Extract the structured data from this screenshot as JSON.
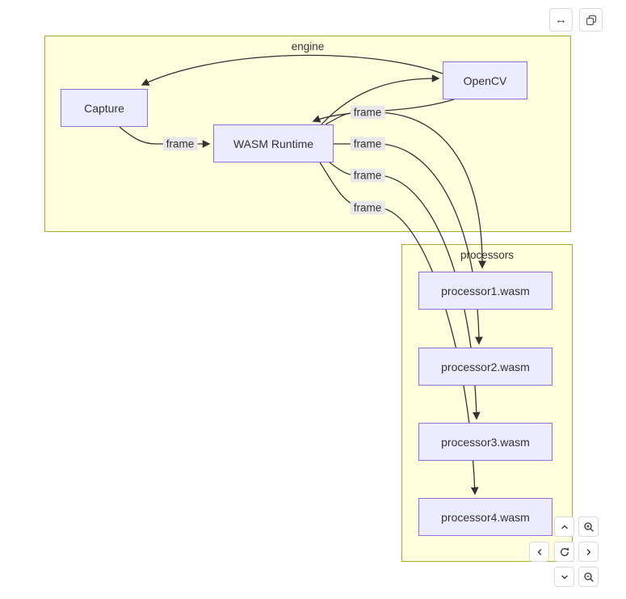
{
  "diagram": {
    "subgraphs": [
      {
        "id": "engine",
        "label": "engine"
      },
      {
        "id": "processors",
        "label": "processors"
      }
    ],
    "nodes": {
      "capture": {
        "label": "Capture"
      },
      "opencv": {
        "label": "OpenCV"
      },
      "wasm": {
        "label": "WASM Runtime"
      },
      "p1": {
        "label": "processor1.wasm"
      },
      "p2": {
        "label": "processor2.wasm"
      },
      "p3": {
        "label": "processor3.wasm"
      },
      "p4": {
        "label": "processor4.wasm"
      }
    },
    "edge_labels": [
      "frame",
      "frame",
      "frame",
      "frame",
      "frame"
    ],
    "edges": [
      {
        "from": "Capture",
        "to": "WASM Runtime",
        "label": "frame"
      },
      {
        "from": "WASM Runtime",
        "to": "OpenCV",
        "label": ""
      },
      {
        "from": "OpenCV",
        "to": "WASM Runtime",
        "label": ""
      },
      {
        "from": "OpenCV",
        "to": "Capture",
        "label": ""
      },
      {
        "from": "WASM Runtime",
        "to": "processor1.wasm",
        "label": "frame"
      },
      {
        "from": "WASM Runtime",
        "to": "processor2.wasm",
        "label": "frame"
      },
      {
        "from": "WASM Runtime",
        "to": "processor3.wasm",
        "label": "frame"
      },
      {
        "from": "WASM Runtime",
        "to": "processor4.wasm",
        "label": "frame"
      }
    ],
    "colors": {
      "cluster_fill": "#ffffde",
      "cluster_border": "#aaaa33",
      "node_fill": "#ECECFF",
      "node_border": "#9370DB",
      "edge": "#333333",
      "edge_label_bg": "#e8e8e8"
    }
  },
  "controls": {
    "top_right": [
      {
        "name": "fit-width-button",
        "icon": "left-right-arrow-icon",
        "glyph": "↔"
      },
      {
        "name": "copy-button",
        "icon": "copy-icon"
      }
    ],
    "pan_zoom": [
      {
        "name": "pan-up-button",
        "icon": "chevron-up-icon"
      },
      {
        "name": "zoom-in-button",
        "icon": "magnifier-plus-icon"
      },
      {
        "name": "pan-left-button",
        "icon": "chevron-left-icon"
      },
      {
        "name": "reset-view-button",
        "icon": "refresh-icon"
      },
      {
        "name": "pan-right-button",
        "icon": "chevron-right-icon"
      },
      {
        "name": "pan-down-button",
        "icon": "chevron-down-icon"
      },
      {
        "name": "zoom-out-button",
        "icon": "magnifier-minus-icon"
      }
    ]
  }
}
